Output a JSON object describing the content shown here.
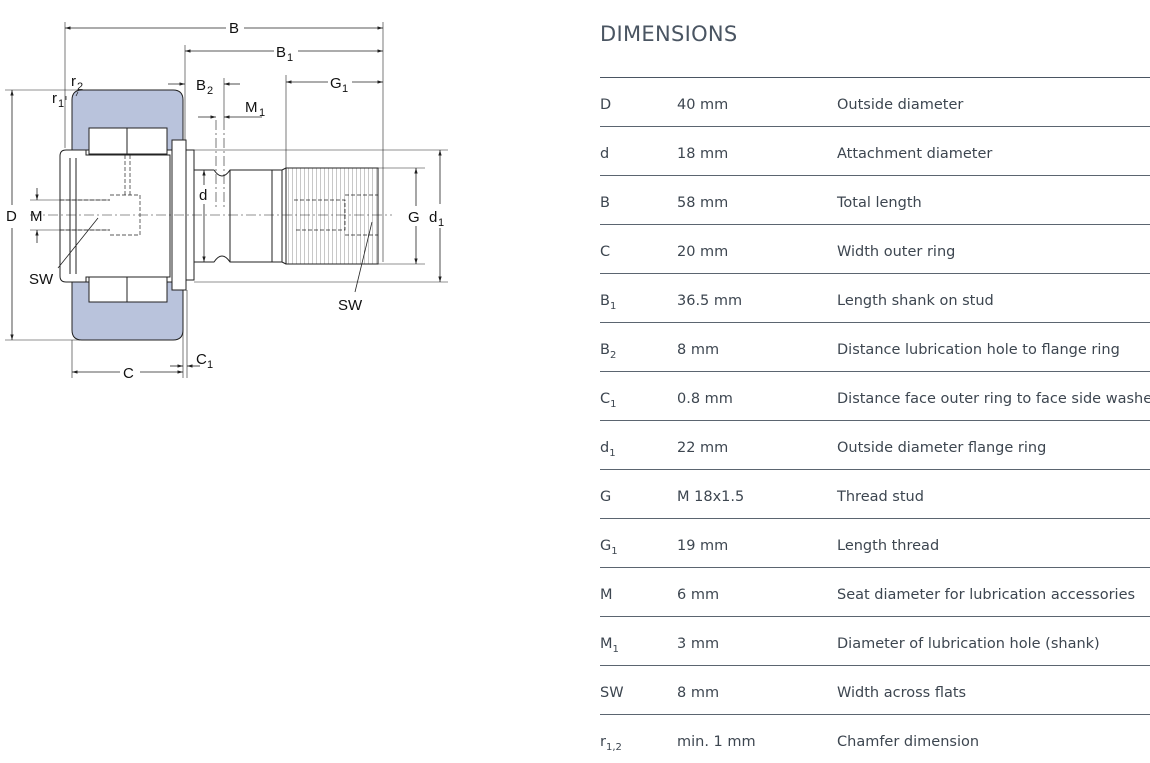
{
  "drawing": {
    "labels": {
      "B": "B",
      "B1": "B",
      "B1_sub": "1",
      "G1": "G",
      "G1_sub": "1",
      "B2": "B",
      "B2_sub": "2",
      "M1": "M",
      "M1_sub": "1",
      "r2": "r",
      "r2_sub": "2",
      "r1": "r",
      "r1_sub": "1",
      "D": "D",
      "M": "M",
      "d": "d",
      "G": "G",
      "d1": "d",
      "d1_sub": "1",
      "SW_left": "SW",
      "SW_right": "SW",
      "C": "C",
      "C1": "C",
      "C1_sub": "1"
    },
    "colors": {
      "outer_ring": "#b9c3dc",
      "steel": "#ffffff",
      "line": "#222222"
    }
  },
  "dimensions": {
    "heading": "DIMENSIONS",
    "rows": [
      {
        "symbol": "D",
        "sub": "",
        "value": "40 mm",
        "description": "Outside diameter"
      },
      {
        "symbol": "d",
        "sub": "",
        "value": "18 mm",
        "description": "Attachment diameter"
      },
      {
        "symbol": "B",
        "sub": "",
        "value": "58 mm",
        "description": "Total length"
      },
      {
        "symbol": "C",
        "sub": "",
        "value": "20 mm",
        "description": "Width outer ring"
      },
      {
        "symbol": "B",
        "sub": "1",
        "value": "36.5 mm",
        "description": "Length shank on stud"
      },
      {
        "symbol": "B",
        "sub": "2",
        "value": "8 mm",
        "description": "Distance lubrication hole to flange ring"
      },
      {
        "symbol": "C",
        "sub": "1",
        "value": "0.8 mm",
        "description": "Distance face outer ring to face side washer"
      },
      {
        "symbol": "d",
        "sub": "1",
        "value": "22 mm",
        "description": "Outside diameter flange ring"
      },
      {
        "symbol": "G",
        "sub": "",
        "value": "M 18x1.5",
        "description": "Thread stud"
      },
      {
        "symbol": "G",
        "sub": "1",
        "value": "19 mm",
        "description": "Length thread"
      },
      {
        "symbol": "M",
        "sub": "",
        "value": "6 mm",
        "description": "Seat diameter for lubrication accessories"
      },
      {
        "symbol": "M",
        "sub": "1",
        "value": "3 mm",
        "description": "Diameter of lubrication hole (shank)"
      },
      {
        "symbol": "SW",
        "sub": "",
        "value": "8 mm",
        "description": "Width across flats"
      },
      {
        "symbol": "r",
        "sub": "1,2",
        "value": "min. 1 mm",
        "description": "Chamfer dimension"
      }
    ]
  }
}
